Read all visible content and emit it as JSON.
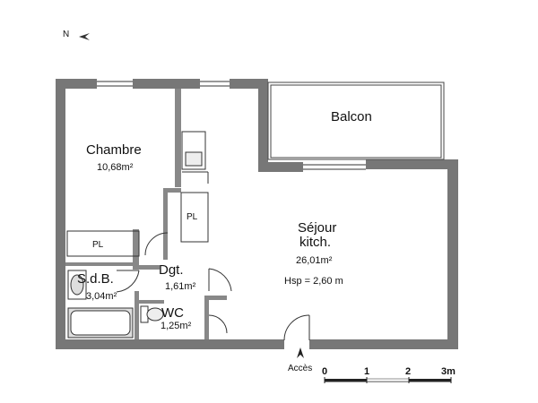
{
  "compass": {
    "label": "N",
    "icon": "north-arrow-icon"
  },
  "rooms": {
    "chambre": {
      "name": "Chambre",
      "area": "10,68m²"
    },
    "balcon": {
      "name": "Balcon"
    },
    "sejour": {
      "name_line1": "Séjour",
      "name_line2": "kitch.",
      "area": "26,01m²",
      "height": "Hsp = 2,60 m"
    },
    "sdb": {
      "name": "S.d.B.",
      "area": "3,04m²"
    },
    "dgt": {
      "name": "Dgt.",
      "area": "1,61m²"
    },
    "wc": {
      "name": "WC",
      "area": "1,25m²"
    }
  },
  "closets": {
    "chambre_pl": "PL",
    "dgt_pl": "PL"
  },
  "access": {
    "label": "Accès"
  },
  "scale": {
    "ticks": [
      "0",
      "1",
      "2",
      "3m"
    ]
  },
  "colors": {
    "wall": "#777777",
    "line": "#222222",
    "fixture": "#dddddd"
  }
}
